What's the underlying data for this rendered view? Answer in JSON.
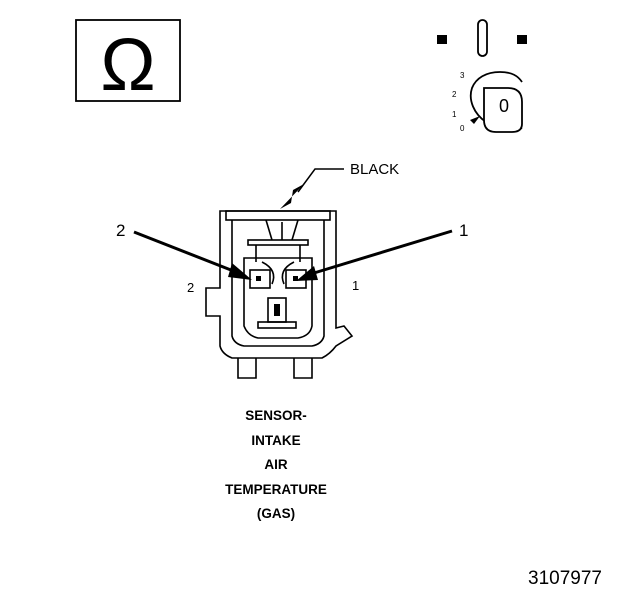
{
  "symbols": {
    "ohm_glyph": "Ω",
    "ohm_icon": "ohm-symbol-icon",
    "ignition_icon": "ignition-key-off-icon",
    "ignition_positions": [
      "3",
      "2",
      "1",
      "0"
    ],
    "key_position": "0"
  },
  "connector": {
    "color_label": "BLACK",
    "callout_left": "2",
    "callout_right": "1",
    "cavity_left": "2",
    "cavity_right": "1"
  },
  "caption": {
    "lines": [
      "SENSOR-",
      "INTAKE",
      "AIR",
      "TEMPERATURE",
      "(GAS)"
    ]
  },
  "document_number": "3107977"
}
